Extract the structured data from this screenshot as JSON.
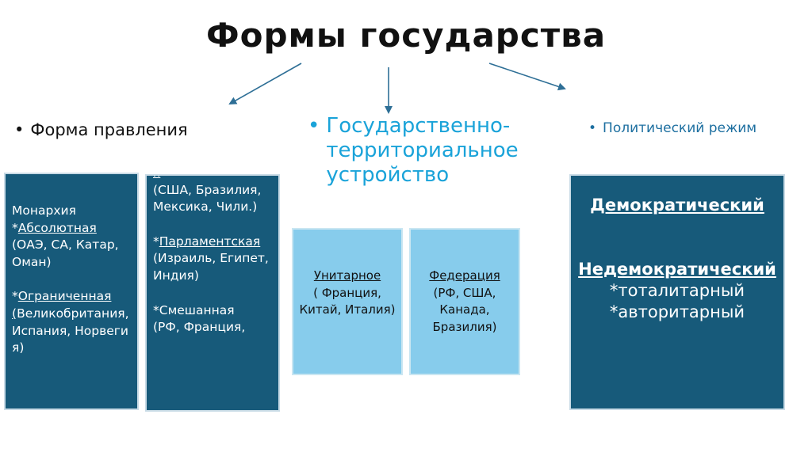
{
  "title": "Формы государства",
  "bullets": {
    "left": "Форма правления",
    "middle": "Государственно-территориальное устройство",
    "right": "Политический режим"
  },
  "monarchy_box": {
    "heading": "Монархия",
    "absolute_prefix": "*",
    "absolute_label": "Абсолютная",
    "absolute_examples": "(ОАЭ, СА, Катар, Оман)",
    "limited_prefix": "*",
    "limited_label": "Ограниченная",
    "limited_paren": "(",
    "limited_examples": "Великобритания, Испания, Норвегия)"
  },
  "republic_box": {
    "presidential_tail": "я",
    "presidential_examples": "(США, Бразилия, Мексика, Чили.)",
    "parliamentary_prefix": "*",
    "parliamentary_label": "Парламентская",
    "parliamentary_examples": " (Израиль, Египет, Индия)",
    "mixed_label": "*Смешанная",
    "mixed_examples": "(РФ, Франция,"
  },
  "unitary_box": {
    "label": "Унитарное",
    "examples": "( Франция, Китай, Италия)"
  },
  "federation_box": {
    "label": "Федерация",
    "examples": "(РФ, США, Канада, Бразилия)"
  },
  "regime_box": {
    "democratic": "Демократический",
    "non_democratic": "Недемократический",
    "totalitarian": "*тоталитарный",
    "authoritarian": "*авторитарный"
  },
  "colors": {
    "dark_box": "#175a7a",
    "light_box": "#87ccec",
    "middle_bullet": "#1aa3d9",
    "right_bullet": "#1d6fa0",
    "arrows": "#2e6f96"
  }
}
